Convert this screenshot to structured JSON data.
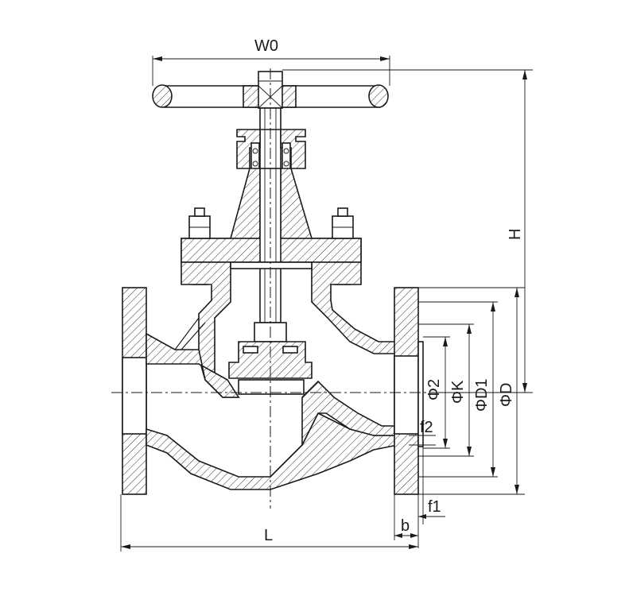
{
  "drawing": {
    "labels": {
      "w0": "W0",
      "h": "H",
      "phi2": "Φ2",
      "phik": "ΦK",
      "phid1": "ΦD1",
      "phid": "ΦD",
      "f2": "f2",
      "f1": "f1",
      "b": "b",
      "l": "L"
    }
  }
}
